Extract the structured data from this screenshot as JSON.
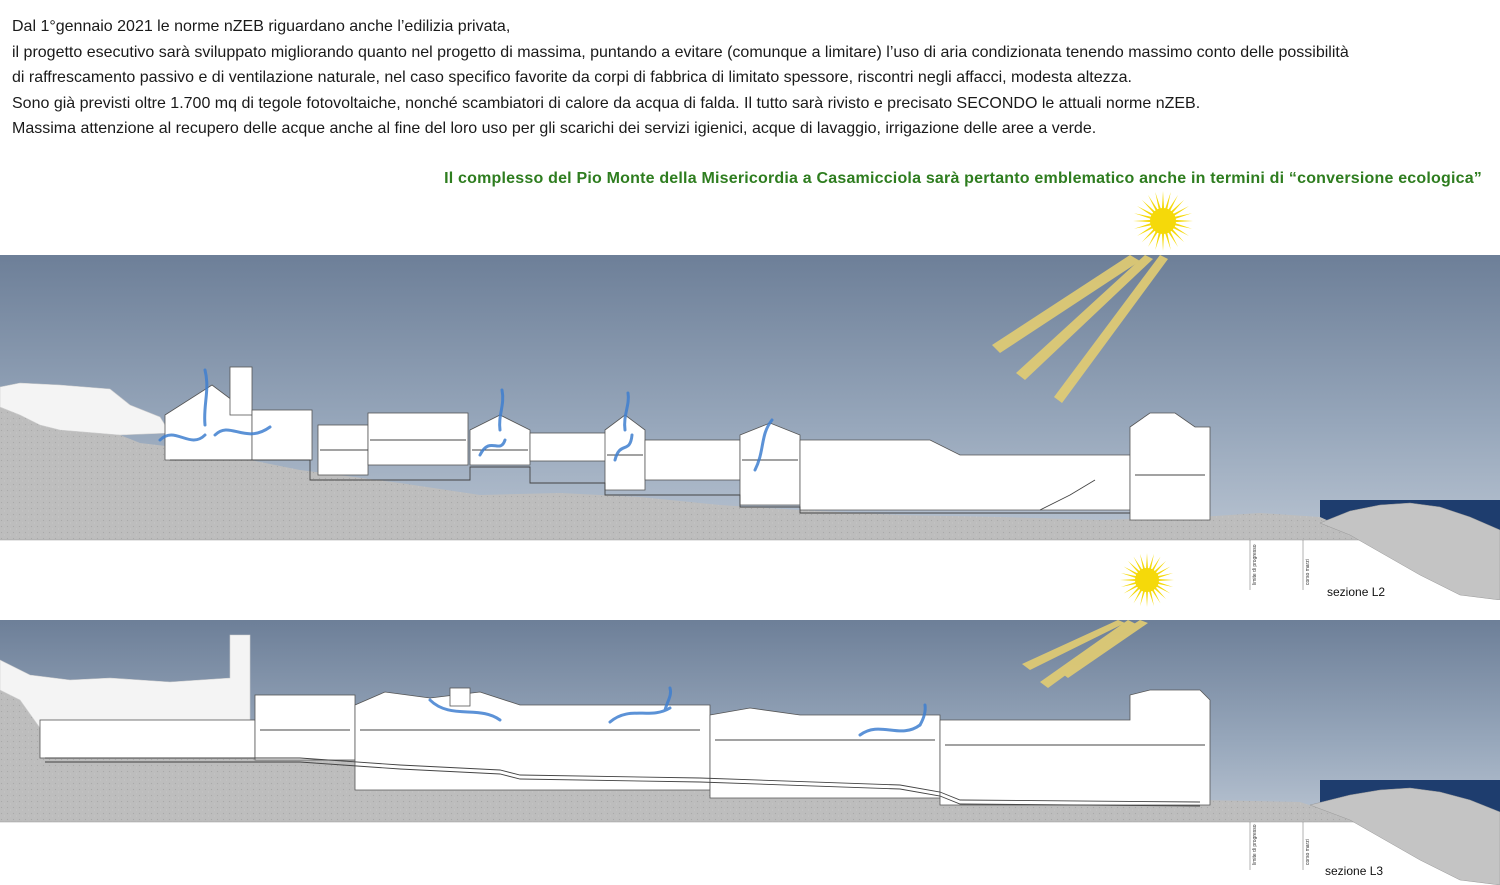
{
  "intro": {
    "lines": [
      "Dal 1°gennaio 2021 le norme nZEB riguardano anche l’edilizia privata,",
      "il progetto esecutivo sarà sviluppato migliorando quanto nel progetto di massima, puntando a evitare (comunque a limitare) l’uso di aria condizionata tenendo massimo conto delle possibilità",
      "di raffrescamento passivo e di ventilazione naturale, nel caso specifico favorite da corpi di fabbrica di limitato spessore, riscontri negli affacci, modesta altezza.",
      "Sono già previsti oltre 1.700 mq di tegole fotovoltaiche, nonché scambiatori di calore da acqua di falda. Il tutto sarà rivisto e precisato SECONDO le attuali norme nZEB.",
      "Massima attenzione al recupero delle acque anche al fine del loro uso per gli scarichi dei servizi igienici, acque di lavaggio, irrigazione delle aree a verde."
    ]
  },
  "headline": "Il complesso del Pio Monte della Misericordia a Casamicciola sarà pertanto emblematico anche in termini di “conversione ecologica”",
  "sections": [
    {
      "label": "sezione L2",
      "annotations": [
        "limite di progresso",
        "corso marzi"
      ]
    },
    {
      "label": "sezione L3",
      "annotations": [
        "limite di progresso",
        "corso marzi"
      ]
    }
  ],
  "colors": {
    "sky": "#7d8fa6",
    "ground": "#b9b9b9",
    "sun": "#f5d90a",
    "sunbeam": "#e6cf6a",
    "airflow": "#3f7fd0",
    "sea": "#1e3d6e",
    "headline": "#2e7d1f"
  },
  "icons": [
    "sun-icon",
    "airflow-arrow-icon"
  ]
}
